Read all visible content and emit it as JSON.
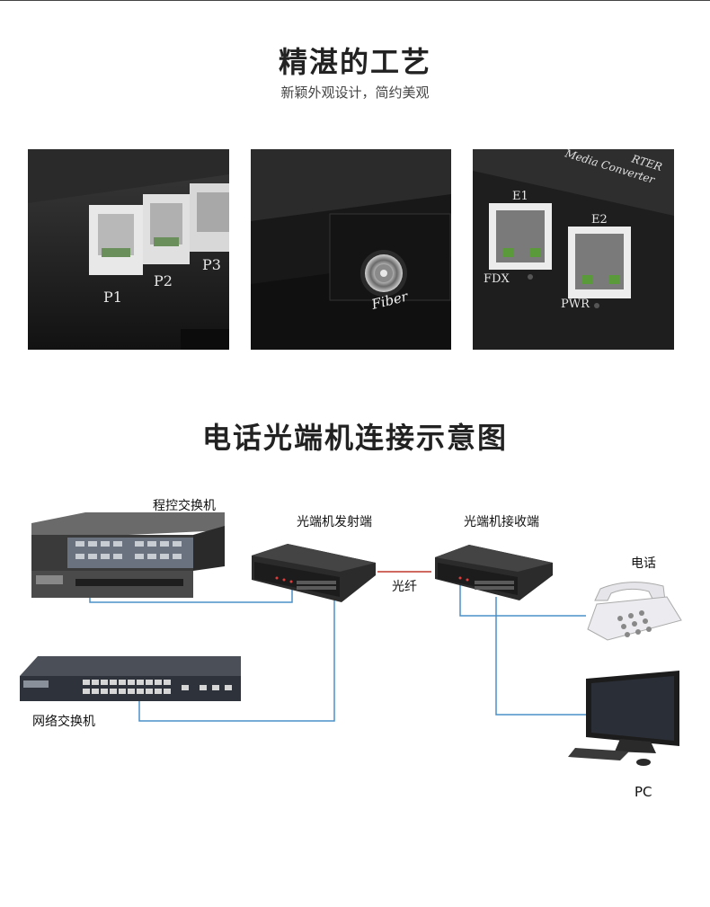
{
  "section1": {
    "title": "精湛的工艺",
    "subtitle": "新颖外观设计，简约美观"
  },
  "photos": {
    "p1": {
      "ports": [
        "P1",
        "P2",
        "P3"
      ]
    },
    "p2": {
      "label": "Fiber"
    },
    "p3": {
      "header": "Media Converter",
      "header_partial": "RTER",
      "e1": "E1",
      "e2": "E2",
      "fdx": "FDX",
      "pwr": "PWR"
    }
  },
  "section2": {
    "title": "电话光端机连接示意图"
  },
  "diagram": {
    "pbx": "程控交换机",
    "transmitter": "光端机发射端",
    "receiver": "光端机接收端",
    "fiber": "光纤",
    "phone": "电话",
    "network_switch": "网络交换机",
    "pc": "PC"
  },
  "colors": {
    "link_line": "#4a90c8",
    "fiber_line": "#c0392b"
  }
}
